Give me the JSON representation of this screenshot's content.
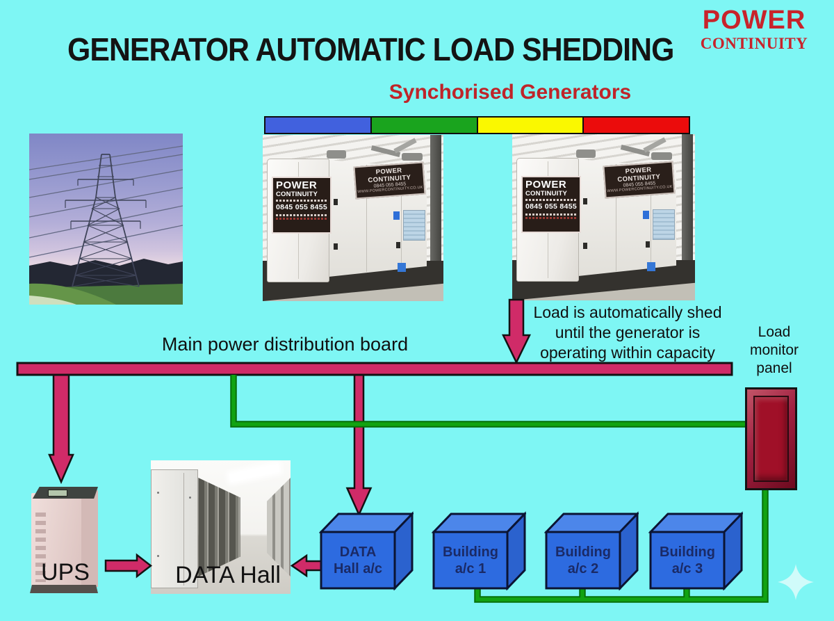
{
  "page": {
    "bg": "#7EF6F4",
    "title": "GENERATOR AUTOMATIC LOAD SHEDDING"
  },
  "logo": {
    "line1": "POWER",
    "line2": "CONTINUITY",
    "color": "#C8232B"
  },
  "subtitle": {
    "text": "Synchorised Generators",
    "color": "#BF2429"
  },
  "legend_bar": {
    "colors": [
      "#4161DE",
      "#1AA41E",
      "#FAF800",
      "#EB0C0C"
    ]
  },
  "generator_sign": {
    "brand_line1": "POWER",
    "brand_line2": "CONTINUITY",
    "phone": "0845 055 8455",
    "banner_title": "POWER CONTINUITY",
    "banner_phone": "0845 055 8455",
    "banner_web": "WWW.POWERCONTINUITY.CO.UK"
  },
  "diagram": {
    "main_board_label": "Main power distribution board",
    "load_shed_lines": [
      "Load is automatically shed",
      "until the generator is",
      "operating within capacity"
    ],
    "load_monitor_lines": [
      "Load",
      "monitor",
      "panel"
    ],
    "ups_label": "UPS",
    "data_hall_label": "DATA Hall",
    "boxes": [
      {
        "line1": "DATA",
        "line2": "Hall a/c"
      },
      {
        "line1": "Building",
        "line2": "a/c 1"
      },
      {
        "line1": "Building",
        "line2": "a/c 2"
      },
      {
        "line1": "Building",
        "line2": "a/c 3"
      }
    ],
    "colors": {
      "bus_magenta": "#D02B68",
      "line_green": "#12A312",
      "line_green_dark": "#07700A",
      "box_blue": "#2D6BE0",
      "panel_red": "#A01028"
    }
  }
}
